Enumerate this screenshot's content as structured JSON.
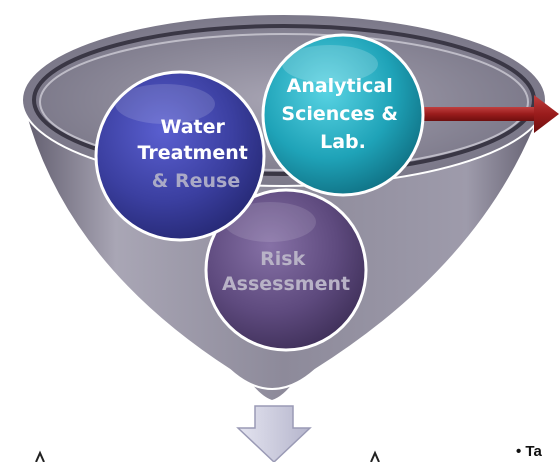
{
  "diagram": {
    "circles": {
      "water": {
        "label_lines": [
          "Water",
          "Treatment",
          "& Reuse"
        ],
        "color": "#3b3fa0"
      },
      "analytical": {
        "label_lines": [
          "Analytical",
          "Sciences &",
          "Lab."
        ],
        "color": "#1fa3b8"
      },
      "risk": {
        "label_lines": [
          "Risk",
          "Assessment"
        ],
        "color": "#5e4a7e"
      }
    },
    "funnel_color": "#7d7a8a",
    "arrow_color": "#9a1c1c",
    "bottom_arrow_color": "#c9c9dc",
    "side_text": "• Ta"
  }
}
